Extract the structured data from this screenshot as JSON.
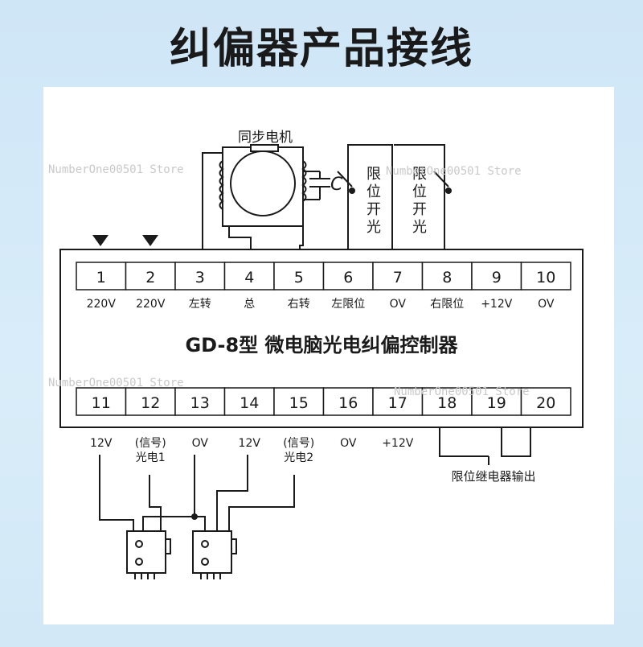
{
  "title": "纠偏器产品接线",
  "controller_name": "GD-8型 微电脑光电纠偏控制器",
  "motor_label": "同步电机",
  "capacitor_label": "C",
  "limit_switch_label": "限位开光",
  "relay_output_label": "限位继电器输出",
  "top_terminals": [
    {
      "num": "1",
      "label": "220V"
    },
    {
      "num": "2",
      "label": "220V"
    },
    {
      "num": "3",
      "label": "左转"
    },
    {
      "num": "4",
      "label": "总"
    },
    {
      "num": "5",
      "label": "右转"
    },
    {
      "num": "6",
      "label": "左限位"
    },
    {
      "num": "7",
      "label": "OV"
    },
    {
      "num": "8",
      "label": "右限位"
    },
    {
      "num": "9",
      "label": "+12V"
    },
    {
      "num": "10",
      "label": "OV"
    }
  ],
  "bottom_terminals": [
    {
      "num": "11",
      "label": "12V"
    },
    {
      "num": "12",
      "label": "(信号)|光电1"
    },
    {
      "num": "13",
      "label": "OV"
    },
    {
      "num": "14",
      "label": "12V"
    },
    {
      "num": "15",
      "label": "(信号)|光电2"
    },
    {
      "num": "16",
      "label": "OV"
    },
    {
      "num": "17",
      "label": "+12V"
    },
    {
      "num": "18",
      "label": ""
    },
    {
      "num": "19",
      "label": ""
    },
    {
      "num": "20",
      "label": ""
    }
  ],
  "watermark": "NumberOne00501 Store"
}
